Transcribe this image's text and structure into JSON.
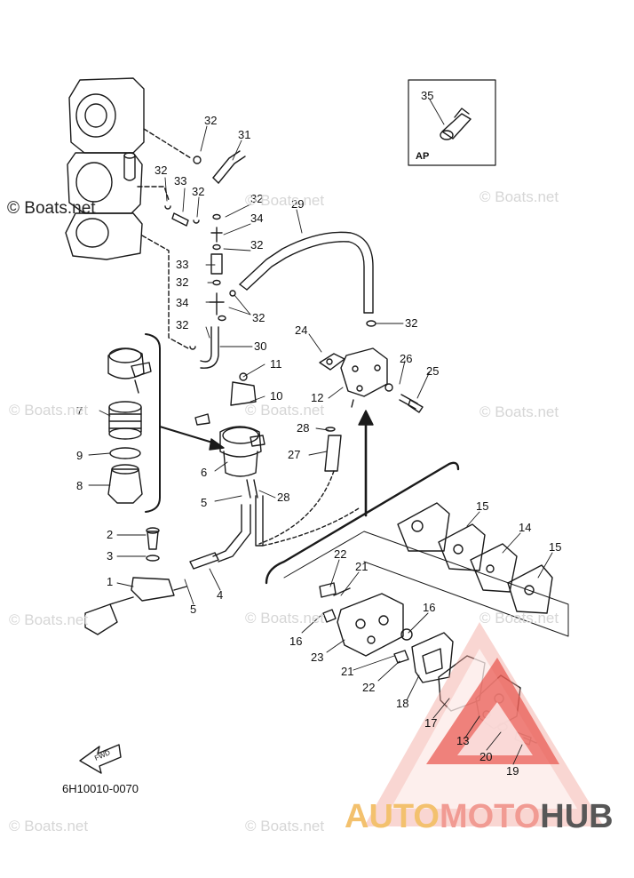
{
  "watermark": "© Boats.net",
  "part_code": "6H10010-0070",
  "inset_label": "AP",
  "fwd_label": "FWD",
  "brand": {
    "part1": "AUTO",
    "part2": "MOTO",
    "part3": "HUB"
  },
  "colors": {
    "line": "#1a1a1a",
    "logo_red": "#e8524a",
    "logo_pink": "#f2a39c",
    "brand_yellow": "#f3c16e",
    "brand_gray": "#575757",
    "watermark": "#d6d6d6"
  },
  "callouts": {
    "c32a": "32",
    "c31": "31",
    "c32b": "32",
    "c33a": "33",
    "c32c": "32",
    "c32d": "32",
    "c34a": "34",
    "c32e": "32",
    "c33b": "33",
    "c32f": "32",
    "c34b": "34",
    "c32g": "32",
    "c32h": "32",
    "c30": "30",
    "c29": "29",
    "c32i": "32",
    "c24": "24",
    "c26": "26",
    "c25": "25",
    "c12": "12",
    "c11": "11",
    "c10": "10",
    "c7": "7",
    "c9": "9",
    "c8": "8",
    "c6": "6",
    "c28a": "28",
    "c27": "27",
    "c5a": "5",
    "c28b": "28",
    "c2": "2",
    "c3": "3",
    "c1": "1",
    "c5b": "5",
    "c4": "4",
    "c15a": "15",
    "c14": "14",
    "c15b": "15",
    "c22a": "22",
    "c21a": "21",
    "c16a": "16",
    "c16b": "16",
    "c23": "23",
    "c21b": "21",
    "c22b": "22",
    "c18": "18",
    "c17": "17",
    "c13": "13",
    "c20": "20",
    "c19": "19",
    "c35": "35"
  }
}
